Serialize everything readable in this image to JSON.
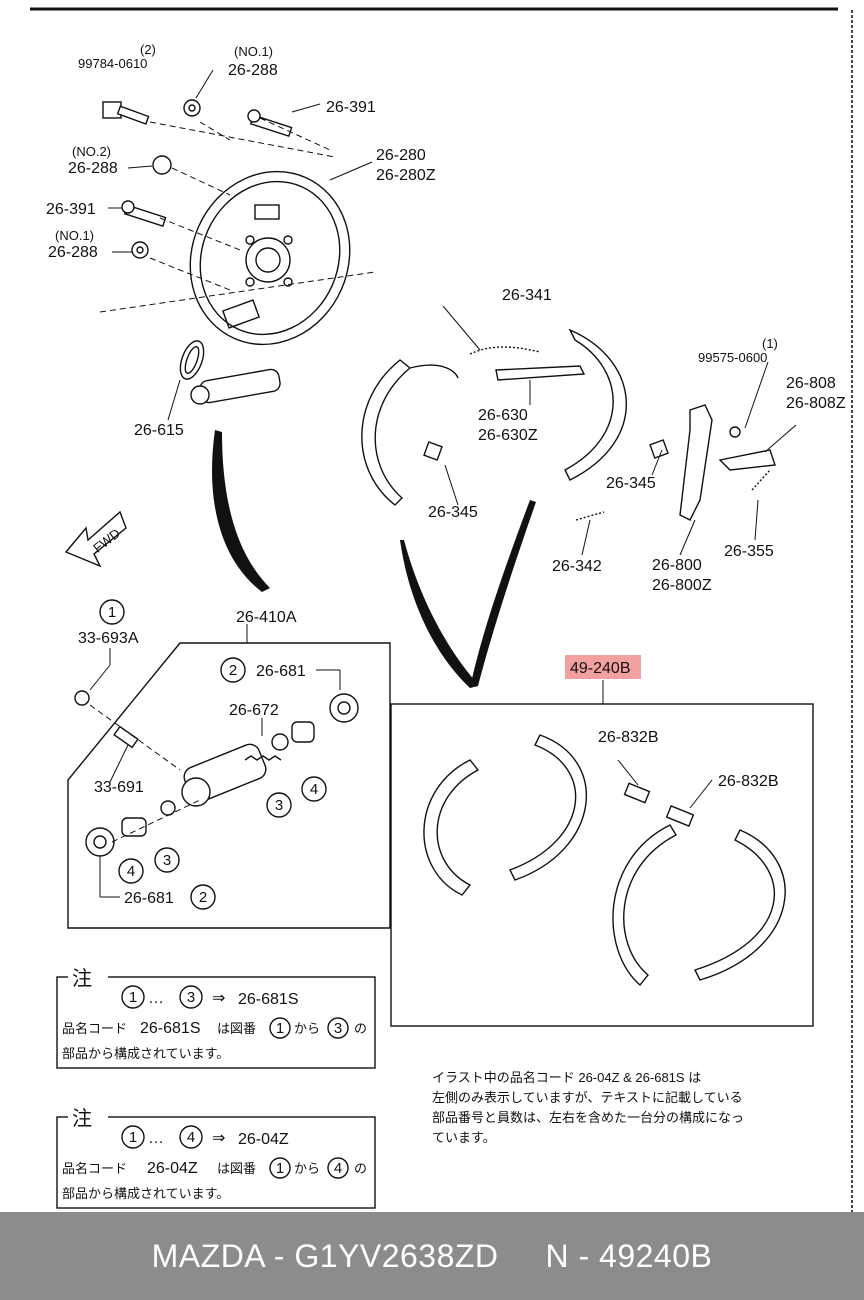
{
  "parts": {
    "bolt_qty": "(2)",
    "bolt": "99784-0610",
    "nut1_qty": "(NO.1)",
    "nut1": "26-288",
    "bolt391_a": "26-391",
    "nut2_qty": "(NO.2)",
    "nut2": "26-288",
    "backing_plate_a": "26-280",
    "backing_plate_b": "26-280Z",
    "bolt391_b": "26-391",
    "nut3_qty": "(NO.1)",
    "nut3": "26-288",
    "gasket": "26-615",
    "spring341": "26-341",
    "lever_a": "26-630",
    "lever_b": "26-630Z",
    "clip_qty": "(1)",
    "clip": "99575-0600",
    "strut_a": "26-808",
    "strut_b": "26-808Z",
    "pin345_a": "26-345",
    "pin345_b": "26-345",
    "spring342": "26-342",
    "parking_lever_a": "26-800",
    "parking_lever_b": "26-800Z",
    "spring355": "26-355",
    "fwd": "FWD",
    "cyl_assy": "26-410A",
    "bleeder_cap": "33-693A",
    "bleeder_screw": "33-691",
    "boot_top": "26-681",
    "spring672": "26-672",
    "boot_bottom": "26-681",
    "shoe_kit": "49-240B",
    "hold_pin_a": "26-832B",
    "hold_pin_b": "26-832B"
  },
  "circled": {
    "n1": "1",
    "n2": "2",
    "n3": "3",
    "n4": "4"
  },
  "note1": {
    "title": "注",
    "range_from": "1",
    "ellipsis": "…",
    "range_to": "3",
    "arrow": "⇒",
    "code": "26-681S",
    "line1_a": "品名コード",
    "line1_code": "26-681S",
    "line1_b": "は図番",
    "line1_c": "から",
    "line1_d": "の",
    "line2": "部品から構成されています。"
  },
  "note2": {
    "title": "注",
    "range_from": "1",
    "ellipsis": "…",
    "range_to": "4",
    "arrow": "⇒",
    "code": "26-04Z",
    "line1_a": "品名コード",
    "line1_code": "26-04Z",
    "line1_b": "は図番",
    "line1_c": "から",
    "line1_d": "の",
    "line2": "部品から構成されています。"
  },
  "side_note": {
    "l1": "イラスト中の品名コード 26-04Z & 26-681S は",
    "l2": "左側のみ表示していますが、テキストに記載している",
    "l3": "部品番号と員数は、左右を含めた一台分の構成になっ",
    "l4": "ています。"
  },
  "footer": {
    "text": "MAZDA - G1YV2638ZD     N - 49240B"
  },
  "colors": {
    "highlight": "#f2a0a0",
    "footer_bg": "#8c8c8c",
    "footer_text": "#ffffff"
  }
}
